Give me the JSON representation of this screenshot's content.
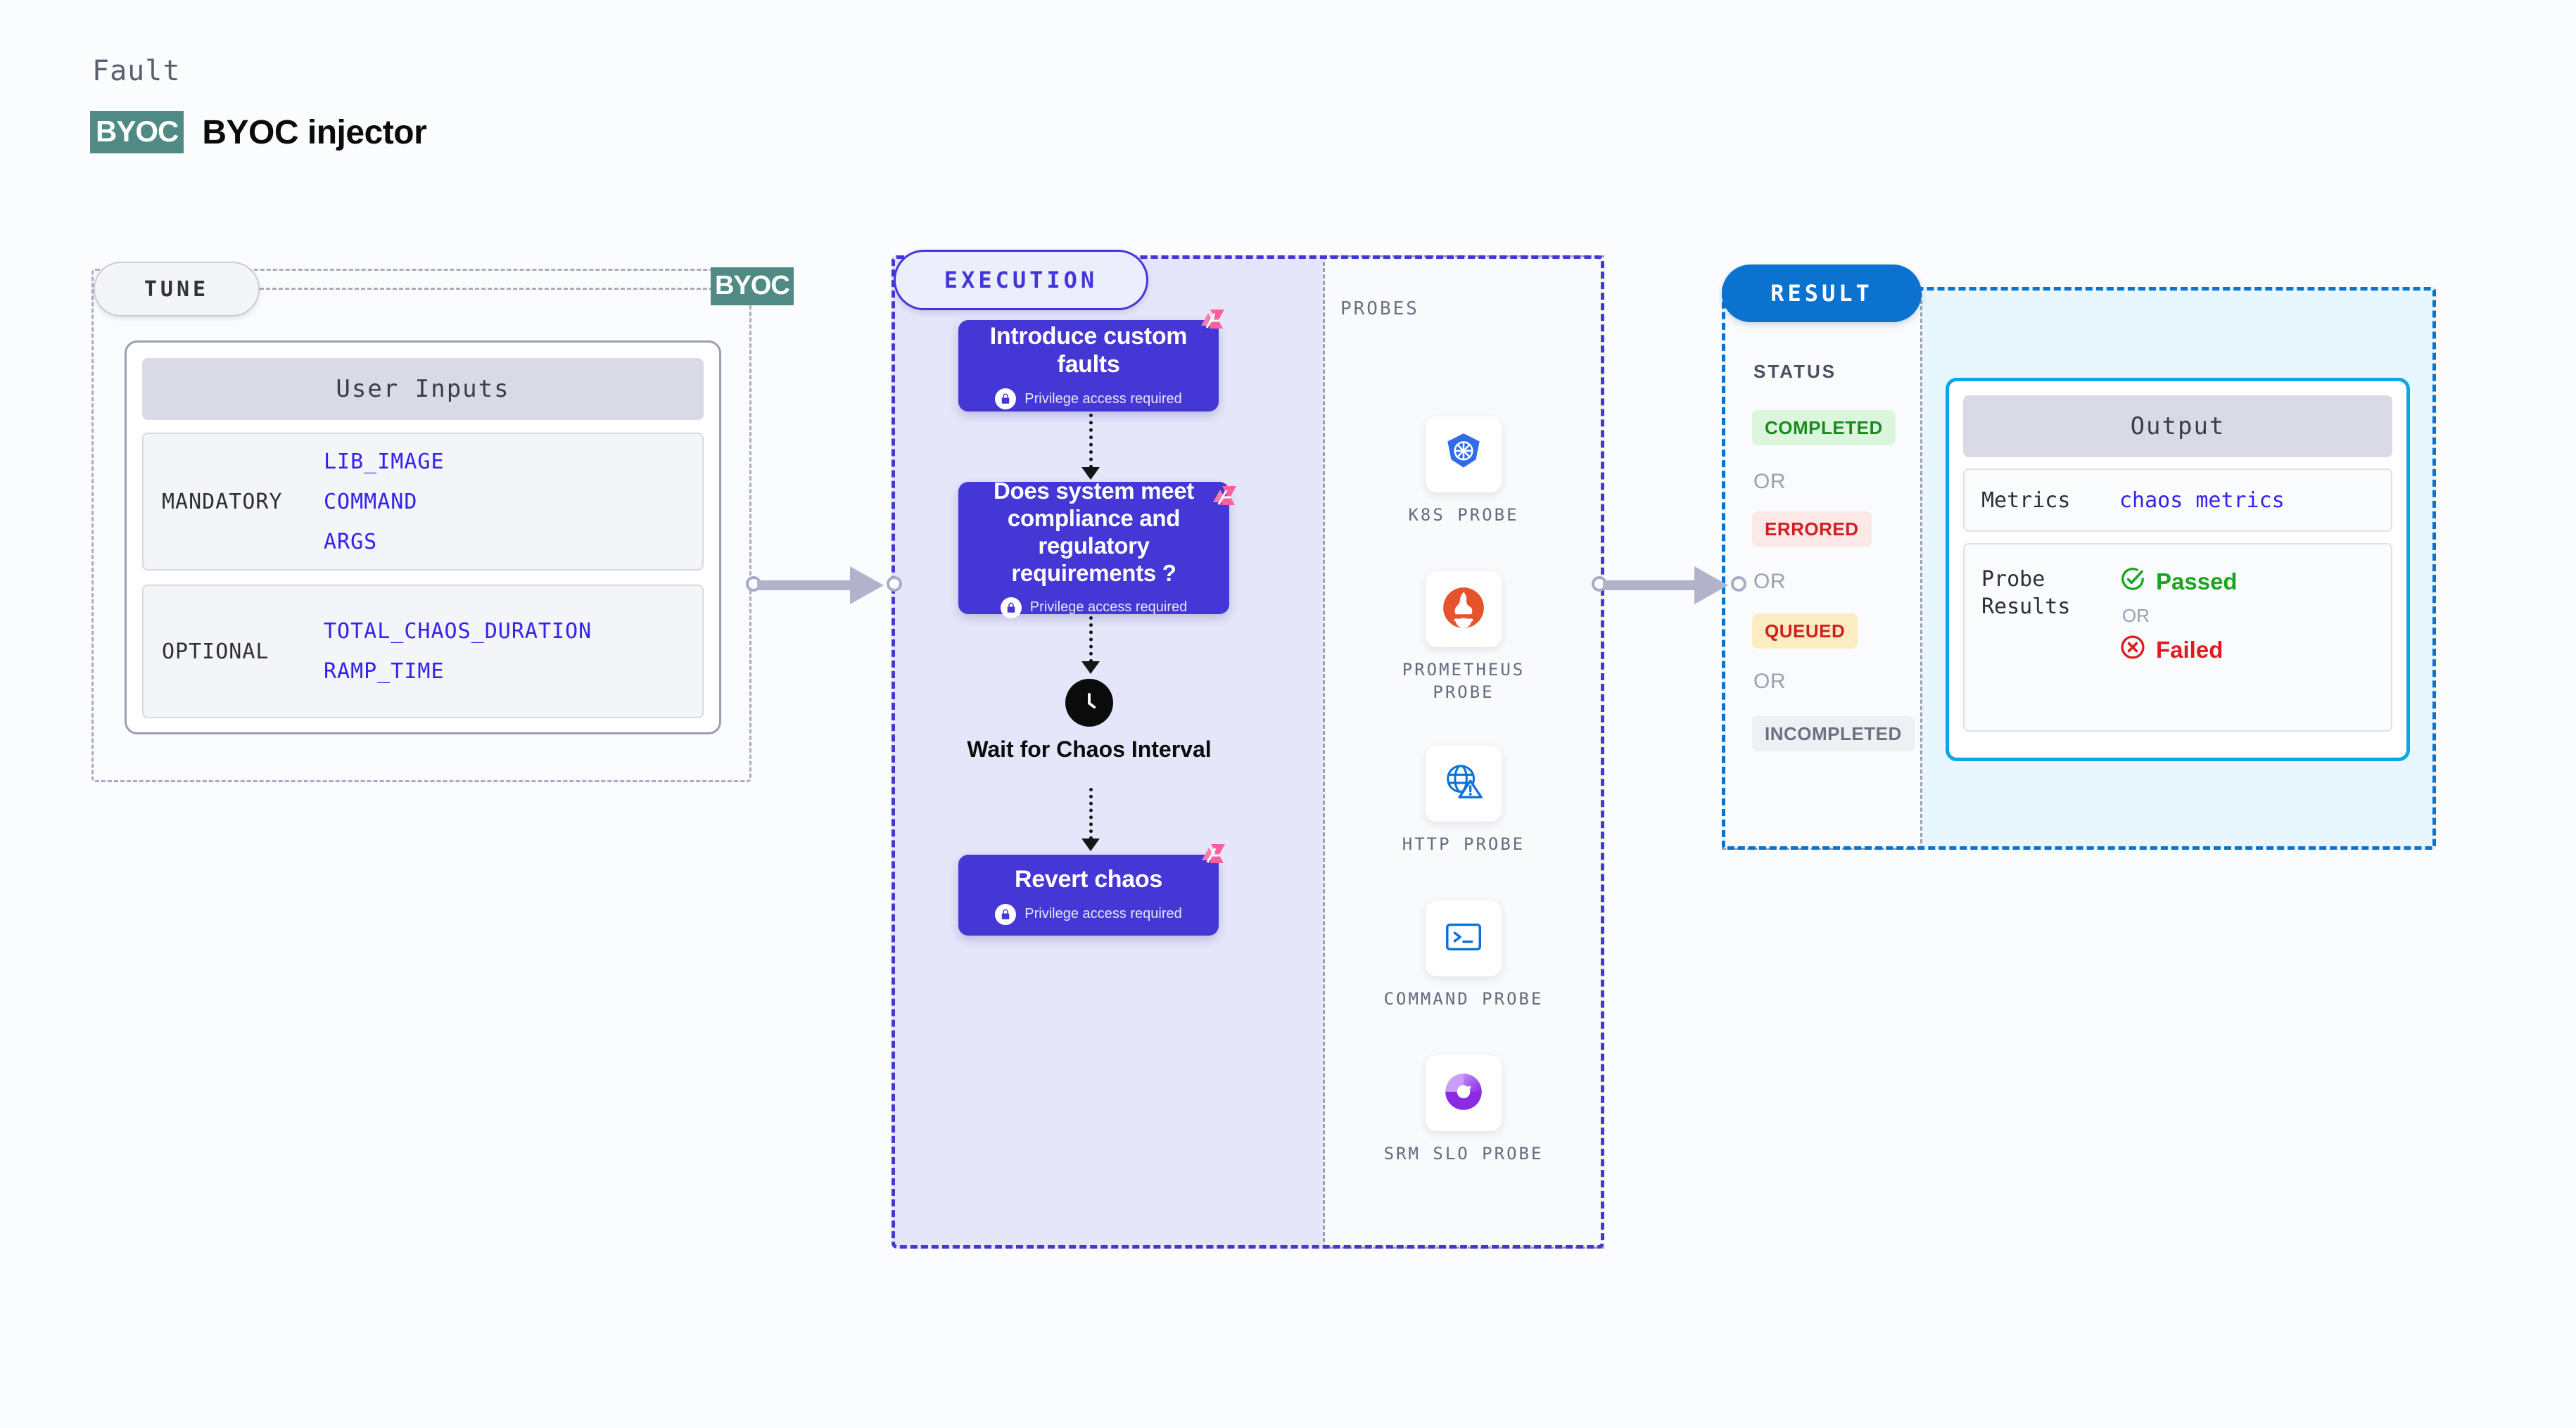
{
  "header": {
    "eyebrow": "Fault",
    "logo_text": "BYOC",
    "title": "BYOC injector",
    "logo_bg": "#4f8a85"
  },
  "tune": {
    "pill_label": "TUNE",
    "marker_label": "BYOC",
    "card_header": "User Inputs",
    "groups": [
      {
        "label": "MANDATORY",
        "values": [
          "LIB_IMAGE",
          "COMMAND",
          "ARGS"
        ]
      },
      {
        "label": "OPTIONAL",
        "values": [
          "TOTAL_CHAOS_DURATION",
          "RAMP_TIME"
        ]
      }
    ],
    "value_color": "#3322ee"
  },
  "execution": {
    "pill_label": "EXECUTION",
    "accent": "#4437d6",
    "steps": [
      {
        "title": "Introduce custom faults",
        "note": "Privilege access required",
        "badge": "harness-logo"
      },
      {
        "title": "Does system meet compliance and regulatory requirements ?",
        "note": "Privilege access required",
        "badge": "harness-logo"
      },
      {
        "title": "Revert chaos",
        "note": "Privilege access required",
        "badge": "harness-logo"
      }
    ],
    "wait_node": {
      "icon": "clock-icon",
      "label": "Wait for Chaos Interval"
    }
  },
  "probes": {
    "title": "PROBES",
    "items": [
      {
        "icon": "kubernetes-icon",
        "label": "K8S PROBE"
      },
      {
        "icon": "prometheus-icon",
        "label": "PROMETHEUS PROBE"
      },
      {
        "icon": "globe-warning-icon",
        "label": "HTTP PROBE"
      },
      {
        "icon": "terminal-icon",
        "label": "COMMAND PROBE"
      },
      {
        "icon": "srm-slo-icon",
        "label": "SRM SLO PROBE"
      }
    ]
  },
  "result": {
    "pill_label": "RESULT",
    "accent": "#0b72cf",
    "status_title": "STATUS",
    "or_label": "OR",
    "statuses": [
      {
        "label": "COMPLETED",
        "bg": "#dcf5dd",
        "color": "#1a8a1f"
      },
      {
        "label": "ERRORED",
        "bg": "#fde8e8",
        "color": "#cf1f1f"
      },
      {
        "label": "QUEUED",
        "bg": "#fcecc2",
        "color": "#cf1f1f"
      },
      {
        "label": "INCOMPLETED",
        "bg": "#eef0f4",
        "color": "#6b7080"
      }
    ],
    "output": {
      "header": "Output",
      "metrics_label": "Metrics",
      "metrics_value": "chaos metrics",
      "probe_label": "Probe Results",
      "passed_label": "Passed",
      "or_label": "OR",
      "failed_label": "Failed",
      "border_color": "#0aa6e8"
    }
  }
}
